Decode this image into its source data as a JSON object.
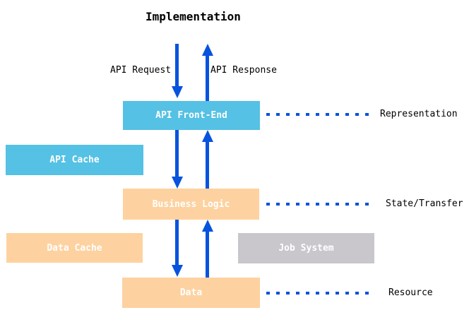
{
  "title": "Implementation",
  "flow": {
    "request_label": "API Request",
    "response_label": "API Response"
  },
  "boxes": {
    "api_front_end": "API Front-End",
    "api_cache": "API Cache",
    "business_logic": "Business Logic",
    "data_cache": "Data Cache",
    "job_system": "Job System",
    "data": "Data"
  },
  "layers": {
    "representation": "Representation",
    "state_transfer": "State/Transfer",
    "resource": "Resource"
  },
  "colors": {
    "box_blue": "#55C1E4",
    "box_orange": "#FDD2A0",
    "box_gray": "#C9C6CC",
    "arrow_blue": "#0753DD",
    "text_on_box": "#ffffff",
    "text_black": "#000000"
  }
}
